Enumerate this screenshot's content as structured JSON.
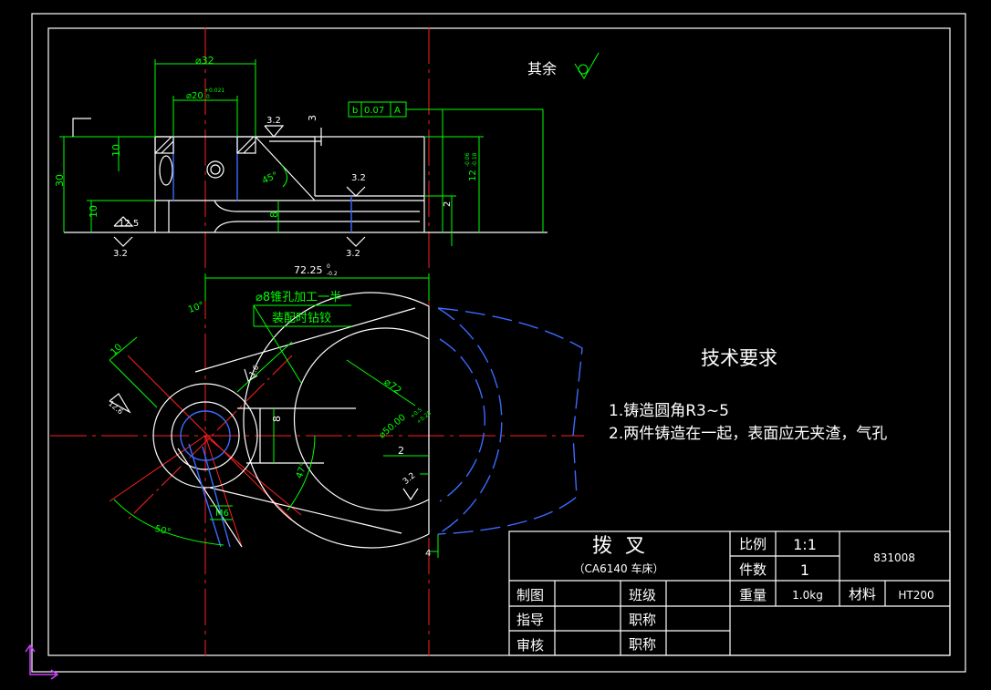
{
  "title_block": {
    "part_name": "拨  叉",
    "part_sub": "（CA6140 车床）",
    "scale_label": "比例",
    "scale_value": "1:1",
    "qty_label": "件数",
    "qty_value": "1",
    "drawing_no": "831008",
    "weight_label": "重量",
    "weight_value": "1.0kg",
    "material_label": "材料",
    "material_value": "HT200",
    "made_by_label": "制图",
    "class_label": "班级",
    "guide_label": "指导",
    "title1_label": "职称",
    "review_label": "审核",
    "title2_label": "职称"
  },
  "tech_req": {
    "heading": "技术要求",
    "items": [
      "1.铸造圆角R3~5",
      "2.两件铸造在一起，表面应无夹渣，气孔"
    ]
  },
  "roughness_note": "其余",
  "dimensions": {
    "d32": "⌀32",
    "d20": "⌀20",
    "d20_tol_up": "+0.021",
    "d20_tol_low": "0",
    "r32_top": "3.2",
    "dim3": "3",
    "dim10a": "10",
    "dim30": "30",
    "dim10b": "10",
    "r12_5": "12.5",
    "r32_left": "3.2",
    "angle45": "45°",
    "r32_mid": "3.2",
    "dim8": "8",
    "r32_bot": "3.2",
    "tol_b": "b",
    "tol_val": "0.07",
    "tol_a": "A",
    "dim12": "12",
    "dim12_up": "-0.06",
    "dim12_low": "-0.18",
    "dim2": "2",
    "dim72": "72.25",
    "dim72_up": "0",
    "dim72_low": "-0.2",
    "hole_note1": "⌀8锥孔加工一半",
    "hole_note2": "装配时钻铰",
    "ang10": "10°",
    "dim10c": "10",
    "r1_6": "1.6",
    "r12_6": "12.6",
    "d72": "⌀72",
    "d50": "⌀50.00",
    "d50_up": "+0.5",
    "d50_low": "+0.25",
    "dim8b": "8",
    "dim2b": "2",
    "r32_c": "3.2",
    "ang47": "47°",
    "ang50": "50°",
    "m6": "M6",
    "dim4": "4"
  }
}
